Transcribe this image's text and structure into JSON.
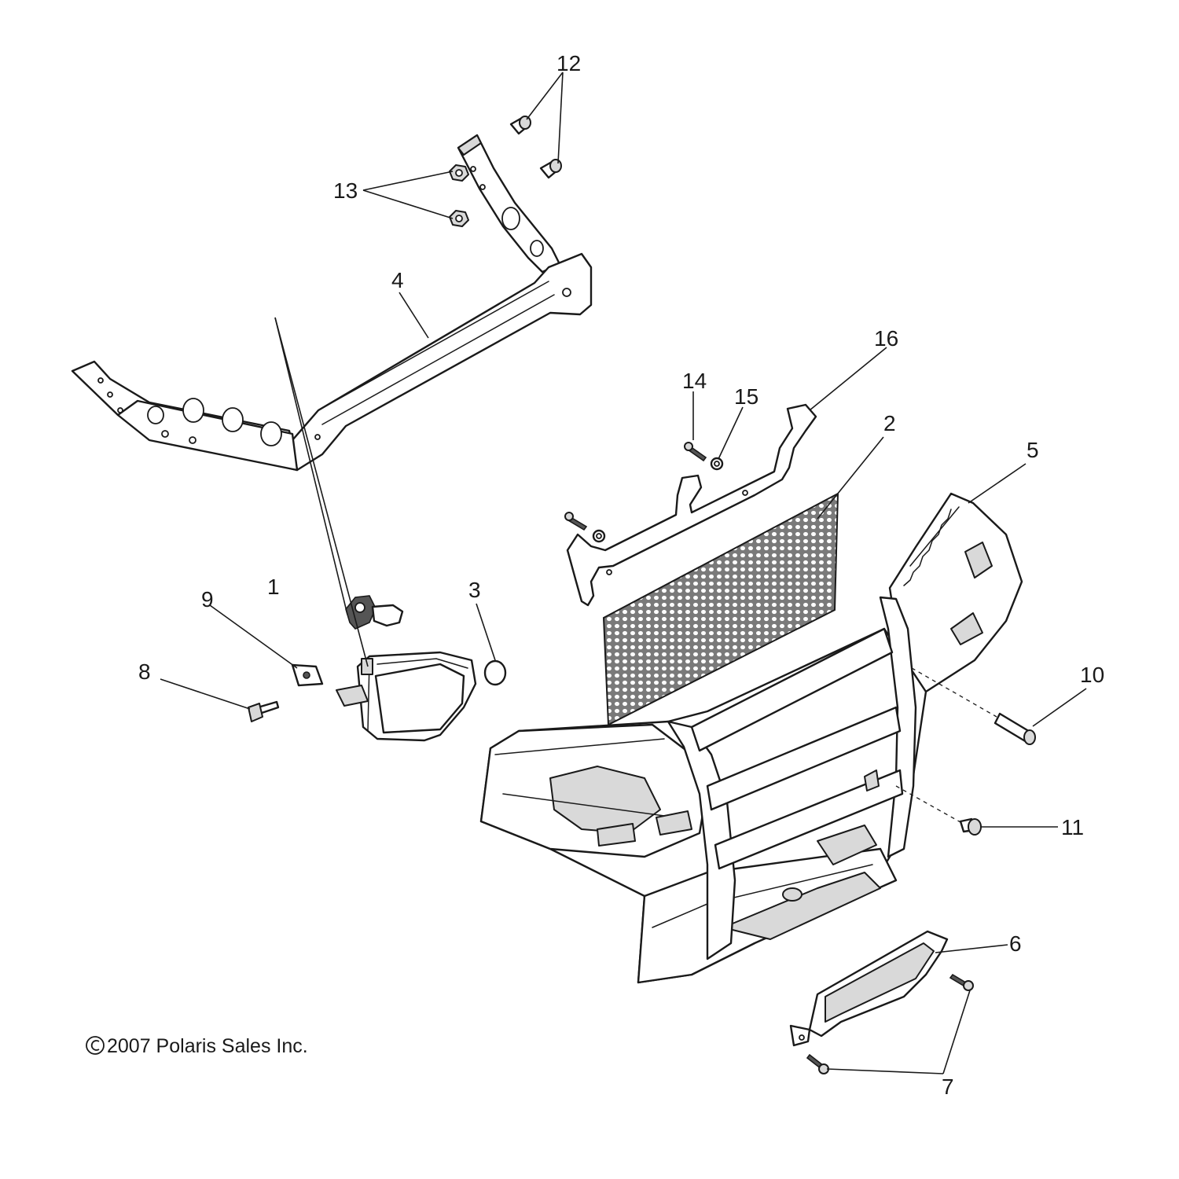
{
  "callouts": {
    "c1": "1",
    "c2": "2",
    "c3": "3",
    "c4": "4",
    "c5": "5",
    "c6": "6",
    "c7": "7",
    "c8": "8",
    "c9": "9",
    "c10": "10",
    "c11": "11",
    "c12": "12",
    "c13": "13",
    "c14": "14",
    "c15": "15",
    "c16": "16"
  },
  "copyright": "2007 Polaris Sales Inc."
}
